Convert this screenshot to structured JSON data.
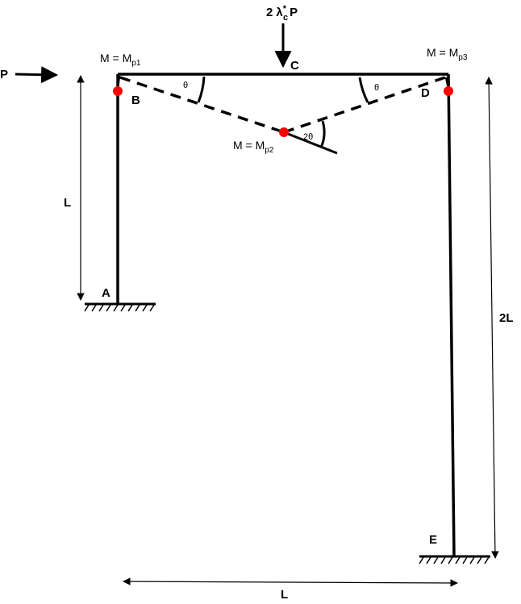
{
  "loads": {
    "horizontal": "P",
    "vertical_coef": "2",
    "vertical_lambda": "λ",
    "vertical_sup": "*",
    "vertical_sub": "c",
    "vertical_p": "P"
  },
  "nodes": {
    "A": "A",
    "B": "B",
    "C": "C",
    "D": "D",
    "E": "E"
  },
  "moments": {
    "m1_prefix": "M = M",
    "m1_sub": "p1",
    "m2_prefix": "M = M",
    "m2_sub": "p2",
    "m3_prefix": "M = M",
    "m3_sub": "p3"
  },
  "angles": {
    "left": "θ",
    "right": "θ",
    "center": "2θ"
  },
  "dimensions": {
    "left_height": "L",
    "right_height": "2L",
    "span": "L"
  },
  "colors": {
    "line": "#000000",
    "hinge": "#ff0000",
    "background": "#ffffff"
  }
}
